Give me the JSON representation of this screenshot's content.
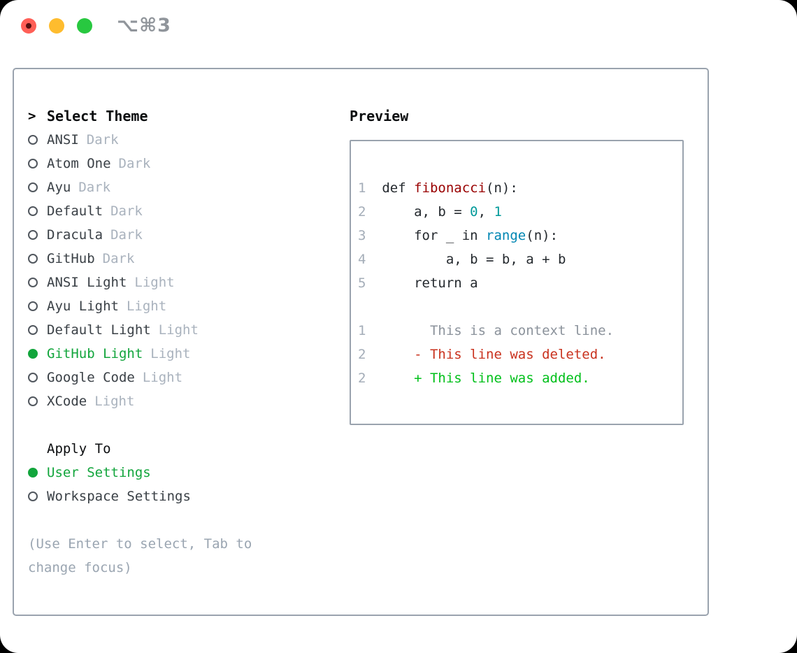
{
  "window": {
    "title": "⌥⌘3"
  },
  "theme_picker": {
    "prompt": ">",
    "header": "Select Theme",
    "items": [
      {
        "name": "ANSI",
        "tag": "Dark",
        "selected": false
      },
      {
        "name": "Atom One",
        "tag": "Dark",
        "selected": false
      },
      {
        "name": "Ayu",
        "tag": "Dark",
        "selected": false
      },
      {
        "name": "Default",
        "tag": "Dark",
        "selected": false
      },
      {
        "name": "Dracula",
        "tag": "Dark",
        "selected": false
      },
      {
        "name": "GitHub",
        "tag": "Dark",
        "selected": false
      },
      {
        "name": "ANSI Light",
        "tag": "Light",
        "selected": false
      },
      {
        "name": "Ayu Light",
        "tag": "Light",
        "selected": false
      },
      {
        "name": "Default Light",
        "tag": "Light",
        "selected": false
      },
      {
        "name": "GitHub Light",
        "tag": "Light",
        "selected": true
      },
      {
        "name": "Google Code",
        "tag": "Light",
        "selected": false
      },
      {
        "name": "XCode",
        "tag": "Light",
        "selected": false
      }
    ],
    "apply_header": "Apply To",
    "apply_items": [
      {
        "label": "User Settings",
        "selected": true
      },
      {
        "label": "Workspace Settings",
        "selected": false
      }
    ],
    "hint": "(Use Enter to select, Tab to change focus)"
  },
  "preview": {
    "header": "Preview",
    "lines": [
      [
        {
          "t": "1",
          "c": "lineno"
        },
        {
          "t": "  def ",
          "c": "code"
        },
        {
          "t": "fibonacci",
          "c": "function"
        },
        {
          "t": "(n):",
          "c": "code"
        }
      ],
      [
        {
          "t": "2",
          "c": "lineno"
        },
        {
          "t": "      a, b = ",
          "c": "code"
        },
        {
          "t": "0",
          "c": "number"
        },
        {
          "t": ", ",
          "c": "code"
        },
        {
          "t": "1",
          "c": "number"
        }
      ],
      [
        {
          "t": "3",
          "c": "lineno"
        },
        {
          "t": "      for _ in ",
          "c": "code"
        },
        {
          "t": "range",
          "c": "builtin"
        },
        {
          "t": "(n):",
          "c": "code"
        }
      ],
      [
        {
          "t": "4",
          "c": "lineno"
        },
        {
          "t": "          a, b = b, a + b",
          "c": "code"
        }
      ],
      [
        {
          "t": "5",
          "c": "lineno"
        },
        {
          "t": "      return a",
          "c": "code"
        }
      ],
      [],
      [
        {
          "t": "1",
          "c": "lineno"
        },
        {
          "t": "        This is a context line.",
          "c": "context"
        }
      ],
      [
        {
          "t": "2",
          "c": "lineno"
        },
        {
          "t": "      - This line was deleted.",
          "c": "deleted"
        }
      ],
      [
        {
          "t": "2",
          "c": "lineno"
        },
        {
          "t": "      + This line was added.",
          "c": "added"
        }
      ]
    ]
  },
  "colors": {
    "accent_green": "#12a53c",
    "tag_gray": "#a9b2bd",
    "item_text": "#3a4046",
    "header_text": "#0b0d0f",
    "hint_gray": "#9aa5b1",
    "border_gray": "#9aa3ae",
    "lineno": "#a4adb8",
    "code_text": "#24292e",
    "function_red": "#990000",
    "number_teal": "#009999",
    "builtin_blue": "#0086b3",
    "context_gray": "#8b929b",
    "deleted_red": "#c9321e",
    "added_green": "#00c01a",
    "traffic_red": "#ff5f57",
    "traffic_yellow": "#febc2e",
    "traffic_green": "#28c840",
    "title_gray": "#90959b"
  }
}
